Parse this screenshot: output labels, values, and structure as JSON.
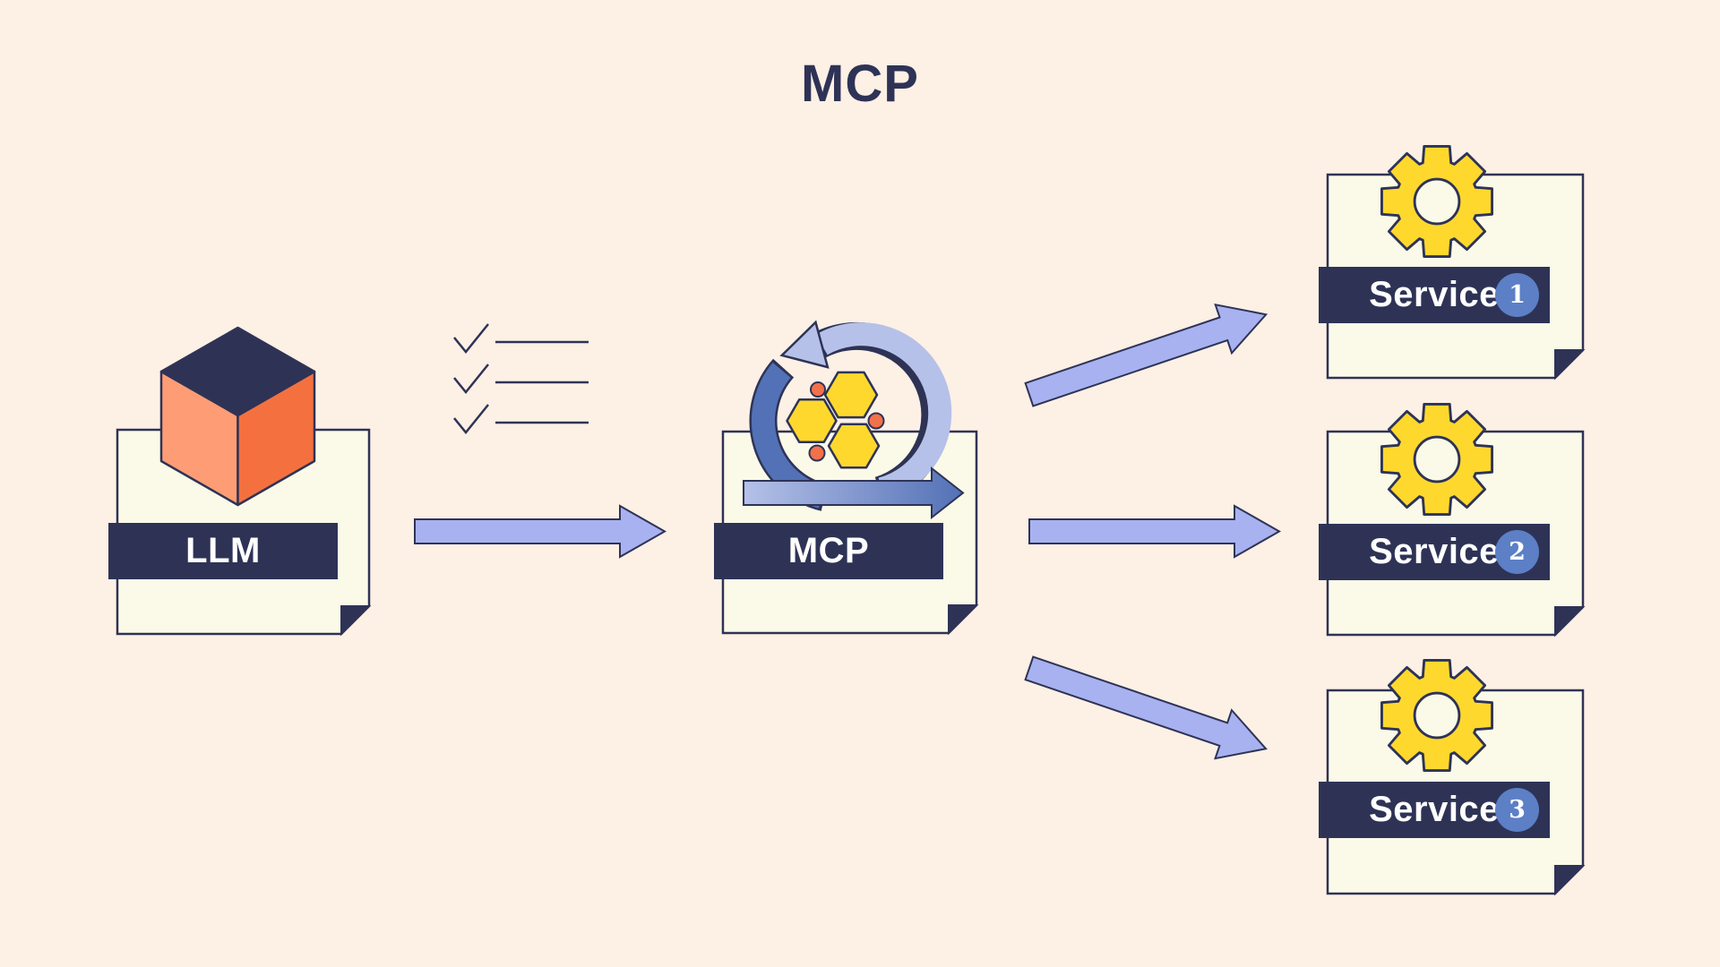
{
  "title": "MCP",
  "llm": {
    "label": "LLM",
    "icon": "cube-icon"
  },
  "mcp": {
    "label": "MCP",
    "icon": "sprint-cycle-icon"
  },
  "services": [
    {
      "label": "Service",
      "badge": "1",
      "icon": "gear-icon",
      "gear_color": "#ffd82e"
    },
    {
      "label": "Service",
      "badge": "2",
      "icon": "gear-icon",
      "gear_color": "#f4713f"
    },
    {
      "label": "Service",
      "badge": "3",
      "icon": "gear-icon",
      "gear_color": "#b9c3e1"
    }
  ],
  "checklist": {
    "icon": "checklist-icon",
    "item_count": 3
  },
  "colors": {
    "background": "#fdf0e5",
    "paper": "#fbfae8",
    "ink": "#2e3356",
    "arrow": "#a8b2f0",
    "cycle_dark": "#5371b6",
    "cycle_light": "#b5c1e8",
    "yellow": "#ffd82e",
    "orange": "#f4713f",
    "cube_left_face": "#fe9d75",
    "dot_orange": "#f2714b",
    "badge": "#5c7fc6",
    "gear_muted": "#b9c3e1"
  }
}
